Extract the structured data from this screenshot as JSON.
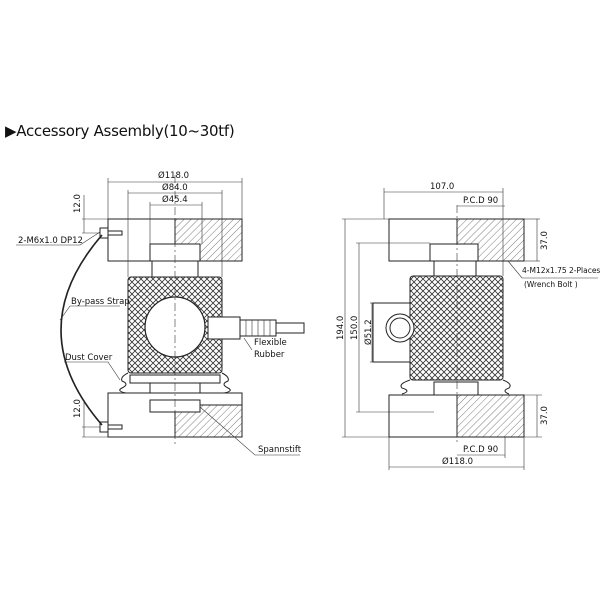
{
  "title": "Accessory Assembly(10~30tf)",
  "title_marker": "▶",
  "left_view": {
    "dim_outer": "Ø118.0",
    "dim_mid": "Ø84.0",
    "dim_inner": "Ø45.4",
    "dim_top_thickness": "12.0",
    "dim_bottom_thickness": "12.0",
    "label_bolt": "2-M6x1.0 DP12",
    "label_strap": "By-pass Strap",
    "label_dust_cover": "Dust Cover",
    "label_flexible": "Flexible",
    "label_rubber": "Rubber",
    "label_spannstift": "Spannstift"
  },
  "right_view": {
    "dim_width": "107.0",
    "dim_pcd_top": "P.C.D 90",
    "dim_top_height": "37.0",
    "dim_bottom_height": "37.0",
    "label_bolt_line1": "4-M12x1.75 2-Places",
    "label_bolt_line2": "(Wrench Bolt )",
    "dim_total_height": "194.0",
    "dim_body_height": "150.0",
    "dim_boss": "Ø51.2",
    "dim_pcd_bottom": "P.C.D 90",
    "dim_base": "Ø118.0"
  }
}
